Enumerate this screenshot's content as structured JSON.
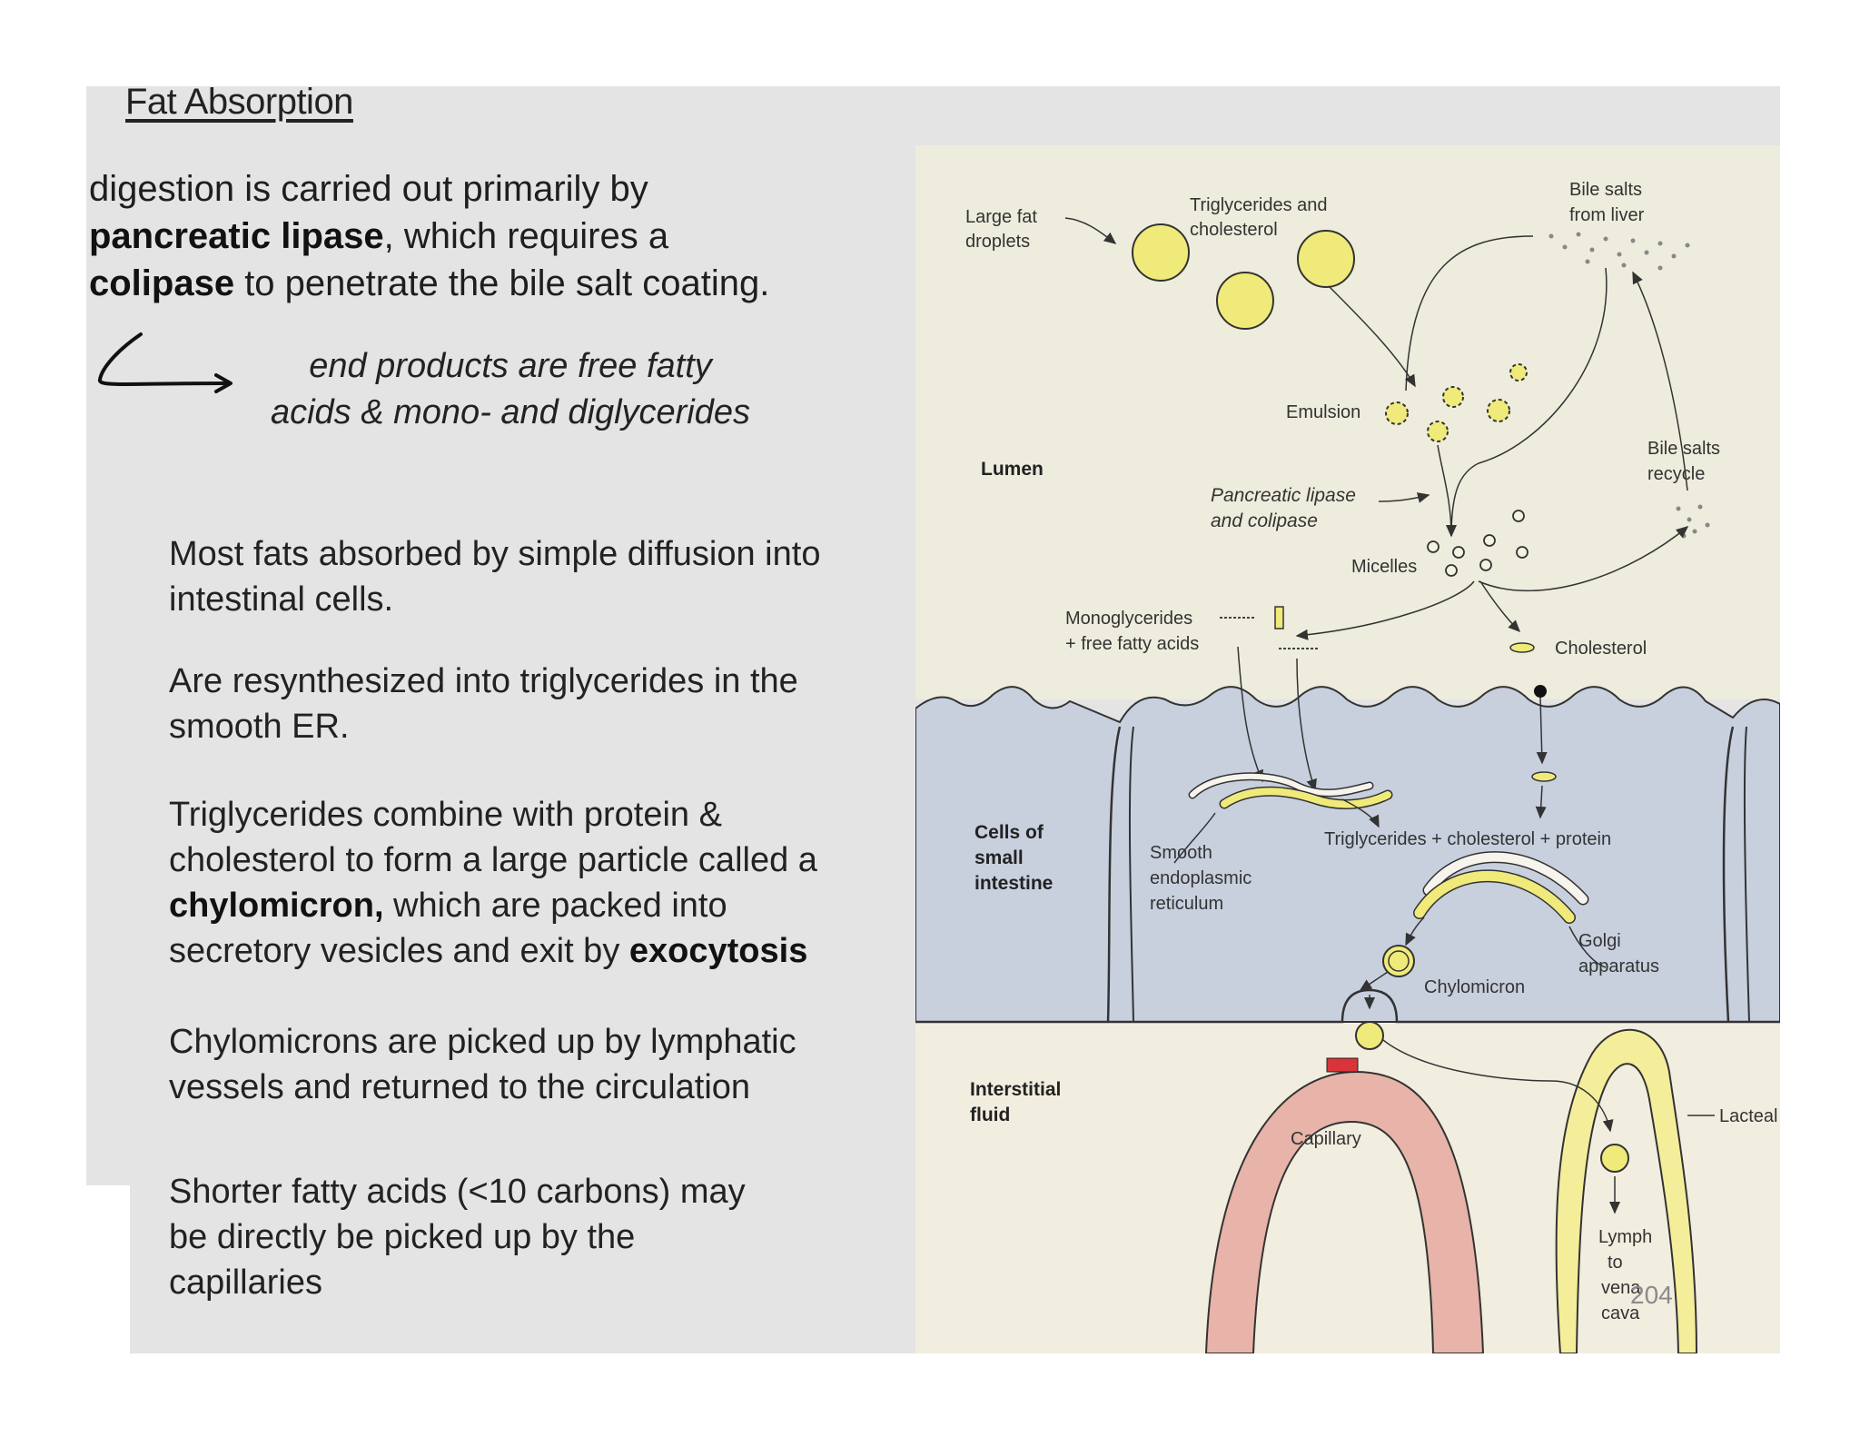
{
  "slide": {
    "title": "Fat Absorption",
    "intro": {
      "l1": "digestion is carried out primarily by",
      "l2_bold": "pancreatic lipase",
      "l2_rest": ", which requires a",
      "l3_bold": "colipase",
      "l3_rest": " to penetrate the bile salt coating."
    },
    "end_products": {
      "l1": "end products are free fatty",
      "l2": "acids & mono- and diglycerides"
    },
    "para1": {
      "l1": "Most fats absorbed by simple diffusion into",
      "l2": "intestinal cells."
    },
    "para2": {
      "l1": "Are resynthesized into triglycerides in the",
      "l2": "smooth ER."
    },
    "para3": {
      "l1": "Triglycerides combine with protein &",
      "l2": "cholesterol to form a large particle called a",
      "l3_bold": "chylomicron,",
      "l3_rest": " which are packed into",
      "l4": "secretory vesicles and exit by ",
      "l4_bold": "exocytosis"
    },
    "para4": {
      "l1": "Chylomicrons are picked up by lymphatic",
      "l2": "vessels and returned to the circulation"
    },
    "para5": {
      "l1": "Shorter fatty acids (<10 carbons) may",
      "l2": "be directly be picked up by the",
      "l3": "capillaries"
    },
    "page_number": "204"
  },
  "diagram": {
    "large_fat": [
      "Large fat",
      "droplets"
    ],
    "tri_chol": [
      "Triglycerides and",
      "cholesterol"
    ],
    "bile_liver": [
      "Bile salts",
      "from liver"
    ],
    "emulsion": "Emulsion",
    "lumen": "Lumen",
    "bile_recycle": [
      "Bile salts",
      "recycle"
    ],
    "lipase": [
      "Pancreatic lipase",
      "and colipase"
    ],
    "micelles": "Micelles",
    "monoglycerides": [
      "Monoglycerides",
      "+ free fatty acids"
    ],
    "cholesterol": "Cholesterol",
    "cells": [
      "Cells of",
      "small",
      "intestine"
    ],
    "ser": [
      "Smooth",
      "endoplasmic",
      "reticulum"
    ],
    "tcp": "Triglycerides + cholesterol + protein",
    "golgi": [
      "Golgi",
      "apparatus"
    ],
    "chylomicron": "Chylomicron",
    "interstitial": [
      "Interstitial",
      "fluid"
    ],
    "capillary": "Capillary",
    "lacteal": "Lacteal",
    "lymph": [
      "Lymph",
      "to",
      "vena",
      "cava"
    ]
  },
  "colors": {
    "slide_bg": "#e4e4e4",
    "lumen_bg": "#eeecdc",
    "cell_fill": "#c8d0de",
    "fat_yellow": "#f0ea7a",
    "capillary_pink": "#e8b3a8",
    "lacteal_yellow": "#f4ee9a"
  }
}
